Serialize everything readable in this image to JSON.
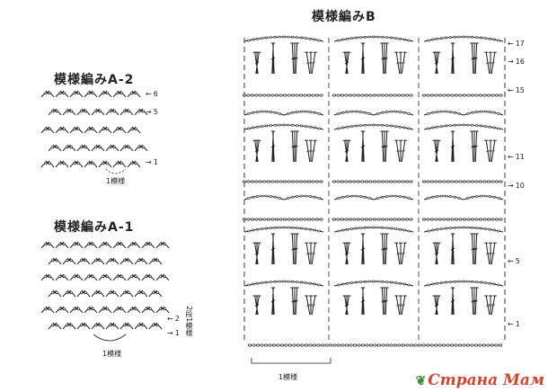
{
  "pattern_a2": {
    "title": "模様編みA-2",
    "row_labels": [
      "6",
      "5",
      "1"
    ],
    "repeat_label": "1模様"
  },
  "pattern_a1": {
    "title": "模様編みA-1",
    "row_labels": [
      "2",
      "1"
    ],
    "repeat_label": "1模様",
    "repeat_note": "2段1模様"
  },
  "pattern_b": {
    "title": "模様編みB",
    "row_labels": [
      "17",
      "16",
      "15",
      "11",
      "10",
      "5",
      "1"
    ],
    "repeat_label": "1模様"
  },
  "watermark": "Страна Мам",
  "colors": {
    "ink": "#222222",
    "watermark": "#d2442e",
    "leaf": "#3f8f3a"
  }
}
